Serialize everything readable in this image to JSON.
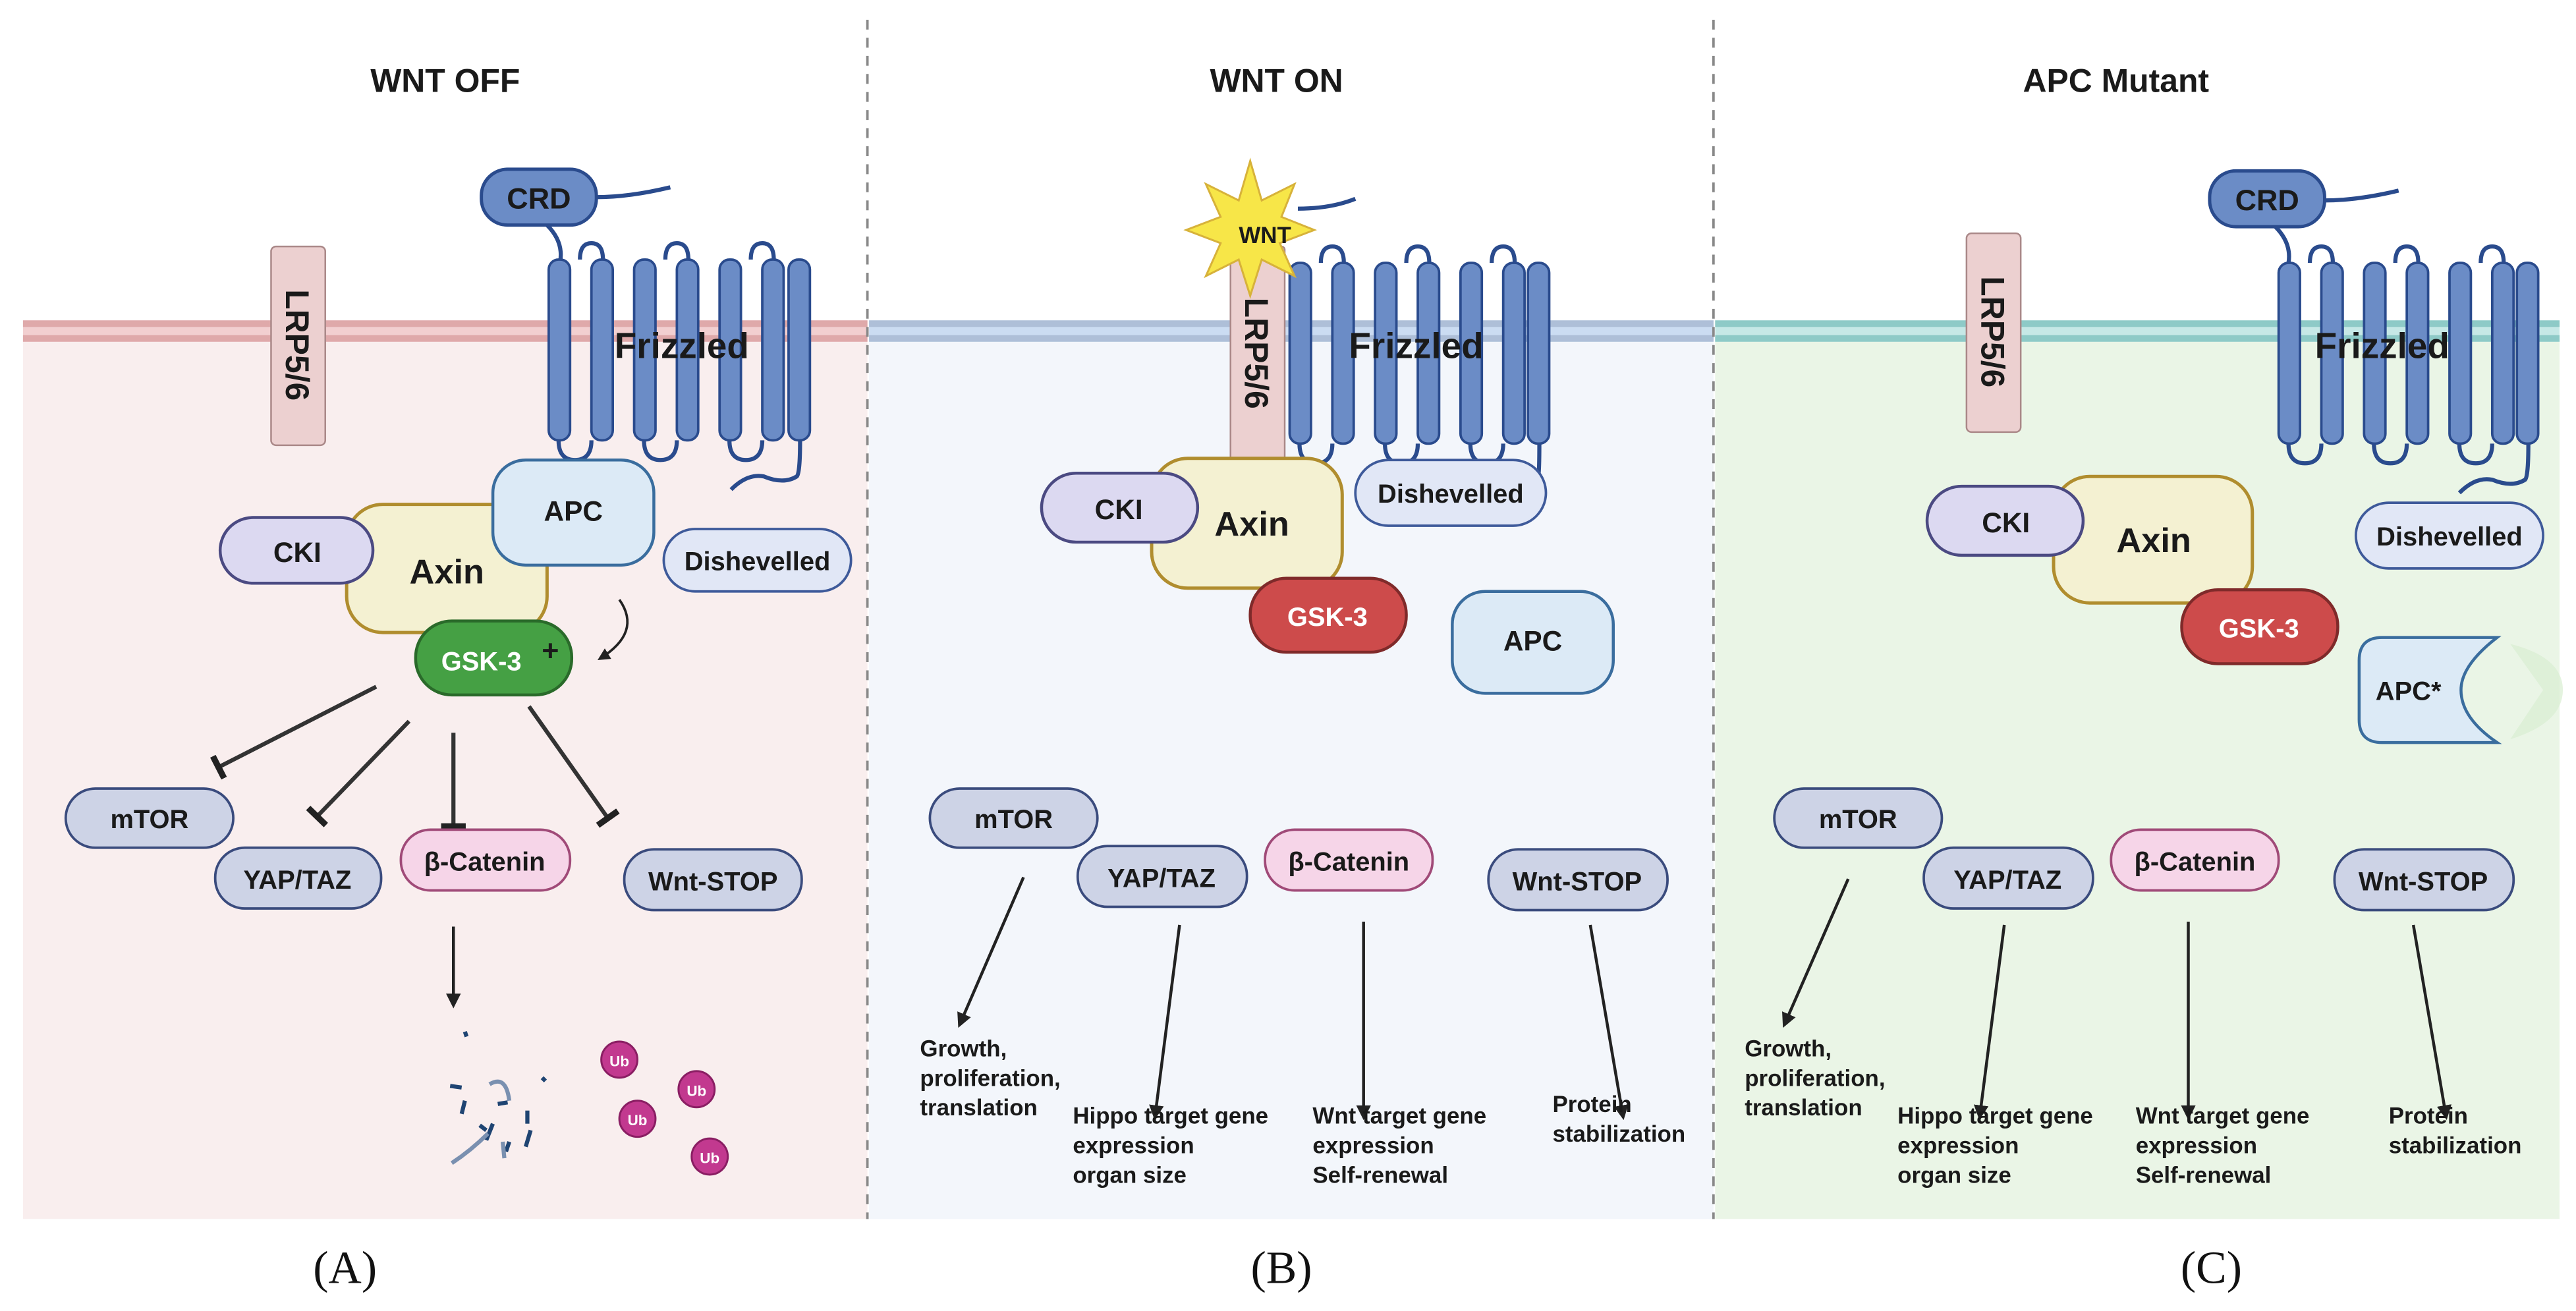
{
  "colors": {
    "panel_a_bg": "#f9eeee",
    "panel_b_bg": "#f3f6fb",
    "panel_c_bg": "#eaf5e6",
    "membrane_a": "#dfa9aa",
    "membrane_b": "#aebfd8",
    "membrane_c": "#8ecac7",
    "frizzled": "#6b8cc6",
    "gsk3_active": "#45a044",
    "gsk3_inactive": "#cd4b4b",
    "ub": "#c2398f"
  },
  "panels": [
    {
      "title": "WNT OFF",
      "label": "(A)",
      "membrane": {
        "lrp": "LRP5/6",
        "frizzled": "Frizzled",
        "crd": "CRD"
      },
      "complex": {
        "cki": "CKI",
        "axin": "Axin",
        "apc": "APC",
        "gsk3": "GSK-3",
        "gsk3_sign": "+",
        "dishevelled": "Dishevelled"
      },
      "targets": {
        "mtor": "mTOR",
        "yaptaz": "YAP/TAZ",
        "bcatenin": "β-Catenin",
        "wntstop": "Wnt-STOP"
      },
      "ub": "Ub"
    },
    {
      "title": "WNT ON",
      "label": "(B)",
      "membrane": {
        "lrp": "LRP5/6",
        "frizzled": "Frizzled",
        "wnt": "WNT"
      },
      "complex": {
        "cki": "CKI",
        "axin": "Axin",
        "apc": "APC",
        "gsk3": "GSK-3",
        "dishevelled": "Dishevelled"
      },
      "targets": {
        "mtor": "mTOR",
        "yaptaz": "YAP/TAZ",
        "bcatenin": "β-Catenin",
        "wntstop": "Wnt-STOP"
      },
      "outcomes": {
        "mtor": [
          "Growth,",
          "proliferation,",
          "translation"
        ],
        "yaptaz": [
          "Hippo target gene",
          "expression",
          "organ size"
        ],
        "bcatenin": [
          "Wnt target gene",
          "expression",
          "Self-renewal"
        ],
        "wntstop": [
          "Protein",
          "stabilization"
        ]
      }
    },
    {
      "title": "APC Mutant",
      "label": "(C)",
      "membrane": {
        "lrp": "LRP5/6",
        "frizzled": "Frizzled",
        "crd": "CRD"
      },
      "complex": {
        "cki": "CKI",
        "axin": "Axin",
        "apc": "APC*",
        "gsk3": "GSK-3",
        "dishevelled": "Dishevelled"
      },
      "targets": {
        "mtor": "mTOR",
        "yaptaz": "YAP/TAZ",
        "bcatenin": "β-Catenin",
        "wntstop": "Wnt-STOP"
      },
      "outcomes": {
        "mtor": [
          "Growth,",
          "proliferation,",
          "translation"
        ],
        "yaptaz": [
          "Hippo target gene",
          "expression",
          "organ size"
        ],
        "bcatenin": [
          "Wnt target gene",
          "expression",
          "Self-renewal"
        ],
        "wntstop": [
          "Protein",
          "stabilization"
        ]
      }
    }
  ]
}
